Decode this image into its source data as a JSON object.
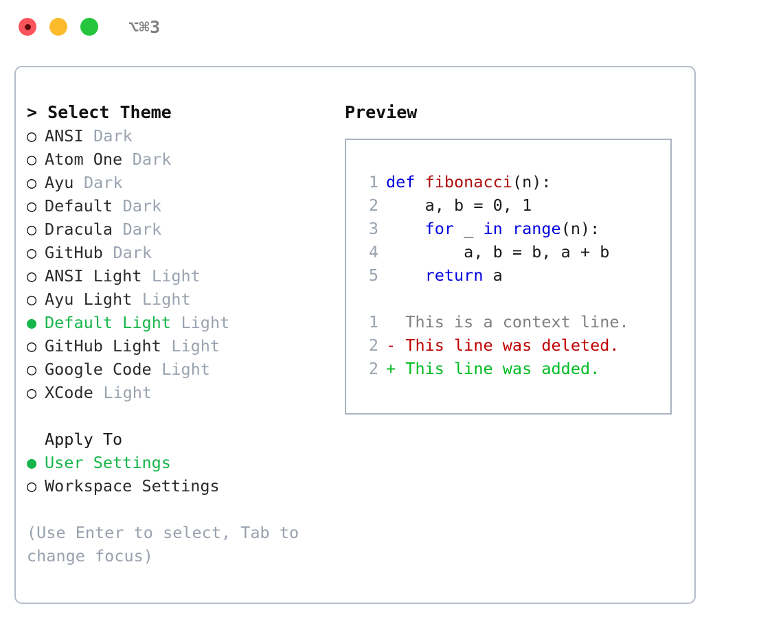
{
  "window": {
    "title": "⌥⌘3",
    "traffic_lights": [
      "close-red",
      "minimize-yellow",
      "maximize-green"
    ]
  },
  "colors": {
    "accent_green": "#17b64a",
    "muted": "#9aa3b0",
    "keyword_blue": "#0000e0",
    "function_red": "#b01010",
    "diff_added": "#00bb22",
    "diff_removed": "#c00000",
    "panel_border": "#b4bcc8"
  },
  "theme_list": {
    "heading": "> Select Theme",
    "items": [
      {
        "marker": "○",
        "name": "ANSI",
        "variant": "Dark",
        "selected": false
      },
      {
        "marker": "○",
        "name": "Atom One",
        "variant": "Dark",
        "selected": false
      },
      {
        "marker": "○",
        "name": "Ayu",
        "variant": "Dark",
        "selected": false
      },
      {
        "marker": "○",
        "name": "Default",
        "variant": "Dark",
        "selected": false
      },
      {
        "marker": "○",
        "name": "Dracula",
        "variant": "Dark",
        "selected": false
      },
      {
        "marker": "○",
        "name": "GitHub",
        "variant": "Dark",
        "selected": false
      },
      {
        "marker": "○",
        "name": "ANSI Light",
        "variant": "Light",
        "selected": false
      },
      {
        "marker": "○",
        "name": "Ayu Light",
        "variant": "Light",
        "selected": false
      },
      {
        "marker": "●",
        "name": "Default Light",
        "variant": "Light",
        "selected": true
      },
      {
        "marker": "○",
        "name": "GitHub Light",
        "variant": "Light",
        "selected": false
      },
      {
        "marker": "○",
        "name": "Google Code",
        "variant": "Light",
        "selected": false
      },
      {
        "marker": "○",
        "name": "XCode",
        "variant": "Light",
        "selected": false
      }
    ]
  },
  "apply_to": {
    "heading": "Apply To",
    "items": [
      {
        "marker": "●",
        "name": "User Settings",
        "selected": true
      },
      {
        "marker": "○",
        "name": "Workspace Settings",
        "selected": false
      }
    ]
  },
  "hint": "(Use Enter to select, Tab to change focus)",
  "preview": {
    "heading": "Preview",
    "code_lines": [
      {
        "number": "1",
        "tokens": [
          {
            "text": "def ",
            "style": "kw"
          },
          {
            "text": "fibonacci",
            "style": "fn"
          },
          {
            "text": "(n):",
            "style": "plain"
          }
        ]
      },
      {
        "number": "2",
        "tokens": [
          {
            "text": "    a, b = 0, 1",
            "style": "plain"
          }
        ]
      },
      {
        "number": "3",
        "tokens": [
          {
            "text": "    ",
            "style": "plain"
          },
          {
            "text": "for",
            "style": "kw"
          },
          {
            "text": " _ ",
            "style": "plain"
          },
          {
            "text": "in",
            "style": "kw"
          },
          {
            "text": " ",
            "style": "plain"
          },
          {
            "text": "range",
            "style": "kw"
          },
          {
            "text": "(n):",
            "style": "plain"
          }
        ]
      },
      {
        "number": "4",
        "tokens": [
          {
            "text": "        a, b = b, a + b",
            "style": "plain"
          }
        ]
      },
      {
        "number": "5",
        "tokens": [
          {
            "text": "    ",
            "style": "plain"
          },
          {
            "text": "return",
            "style": "kw"
          },
          {
            "text": " a",
            "style": "plain"
          }
        ]
      }
    ],
    "diff_lines": [
      {
        "number": "1",
        "text": "  This is a context line.",
        "style": "ctx"
      },
      {
        "number": "2",
        "text": "- This line was deleted.",
        "style": "del"
      },
      {
        "number": "2",
        "text": "+ This line was added.",
        "style": "add"
      }
    ]
  }
}
